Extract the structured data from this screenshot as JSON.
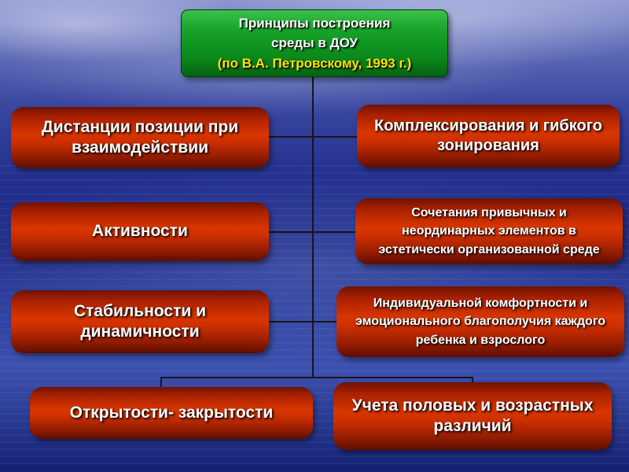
{
  "title": {
    "lines": [
      "Принципы построения",
      "среды в ДОУ",
      "(по В.А. Петровскому, 1993 г.)"
    ]
  },
  "principles": {
    "left": [
      "Дистанции позиции при взаимодействии",
      "Активности",
      "Стабильности и динамичности",
      "Открытости- закрытости"
    ],
    "right": [
      "Комплексирования и гибкого зонирования",
      "Сочетания привычных и неординарных элементов в эстетически организованной среде",
      "Индивидуальной комфортности и эмоционального благополучия каждого ребенка и взрослого",
      "Учета половых и возрастных различий"
    ]
  },
  "colors": {
    "title_green": "#0b8a1c",
    "box_red": "#cf3000",
    "title_text": "#ffffff",
    "title_subtext_yellow": "#ffe400",
    "box_text": "#ffffff",
    "background_blue": "#1b2884",
    "connector": "#15151c"
  }
}
